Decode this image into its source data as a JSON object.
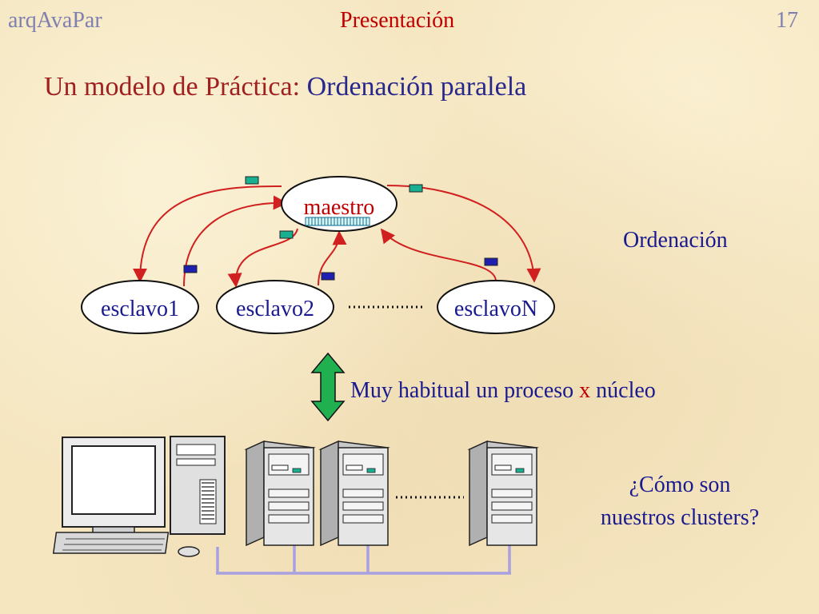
{
  "header": {
    "left": "arqAvaPar",
    "center": "Presentación",
    "page_number": "17"
  },
  "title": {
    "part1": "Un modelo de Práctica:",
    "part2": "Ordenación paralela"
  },
  "nodes": {
    "master": "maestro",
    "slave1": "esclavo1",
    "slave2": "esclavo2",
    "slaveN": "esclavoN"
  },
  "labels": {
    "ordenacion": "Ordenación",
    "habitual_a": "Muy habitual un proceso",
    "habitual_x": "x",
    "habitual_b": "núcleo",
    "clusters_line1": "¿Cómo son",
    "clusters_line2": "nuestros clusters?"
  },
  "colors": {
    "arrow": "#d02020",
    "message_green": "#18b090",
    "message_blue": "#2020b0",
    "bidirectional_arrow": "#20b050",
    "network_cable": "#a8a0e0"
  }
}
